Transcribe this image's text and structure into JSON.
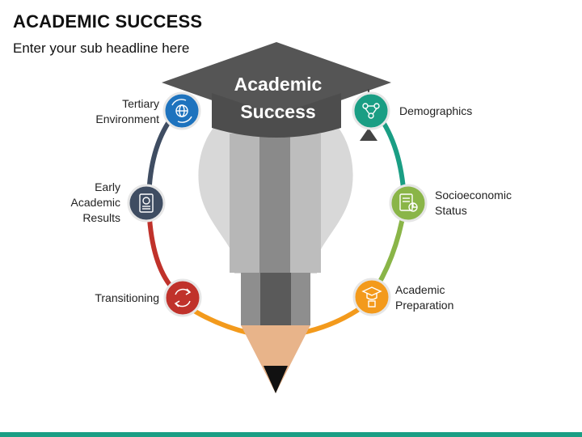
{
  "title": "ACADEMIC SUCCESS",
  "subtitle": "Enter your sub headline here",
  "center": {
    "line1": "Academic",
    "line2": "Success"
  },
  "items": [
    {
      "label": "Tertiary\nEnvironment",
      "color": "#1e73be",
      "icon": "globe-exchange-icon"
    },
    {
      "label": "Early\nAcademic\nResults",
      "color": "#3f4d62",
      "icon": "report-document-icon"
    },
    {
      "label": "Transitioning",
      "color": "#c0322b",
      "icon": "cycle-arrows-icon"
    },
    {
      "label": "Demographics",
      "color": "#1a9e84",
      "icon": "people-network-icon"
    },
    {
      "label": "Socioeconomic\nStatus",
      "color": "#8ab548",
      "icon": "document-chart-icon"
    },
    {
      "label": "Academic\nPreparation",
      "color": "#f39a1c",
      "icon": "graduate-learner-icon"
    }
  ],
  "colors": {
    "accent_bar": "#1a9e84",
    "cap": "#555555",
    "pencil_tip": "#e8b48a"
  }
}
